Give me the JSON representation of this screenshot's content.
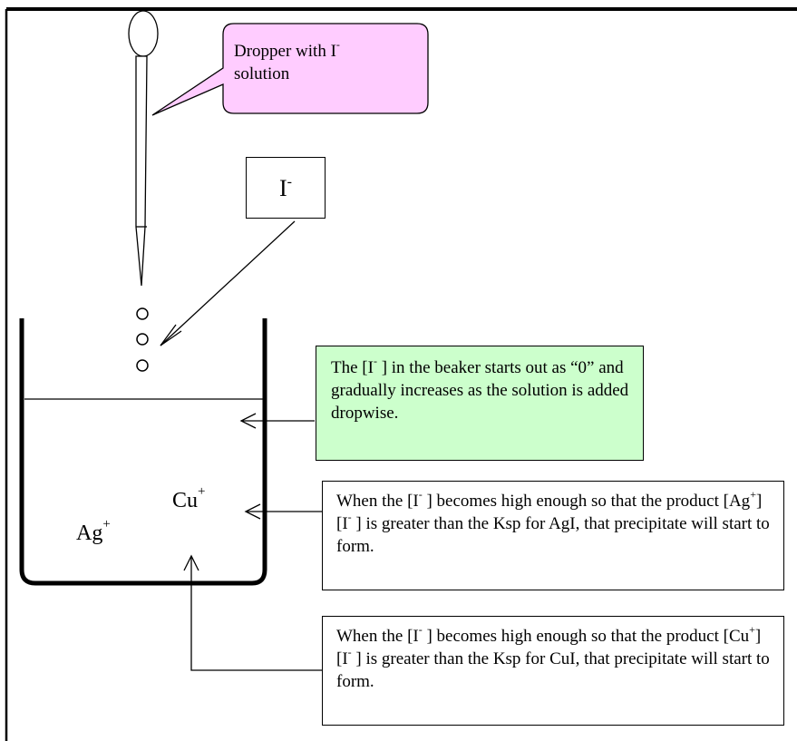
{
  "dropper_callout": {
    "line1_prefix": "Dropper with I",
    "line1_sup": "-",
    "line2": "solution"
  },
  "iodide_box": {
    "base": "I",
    "sup": "-"
  },
  "ions": {
    "silver": {
      "base": "Ag",
      "sup": "+"
    },
    "copper": {
      "base": "Cu",
      "sup": "+"
    }
  },
  "notes": {
    "increase": {
      "a": "The [I",
      "a_sup": "-",
      "b": " ] in the beaker starts out as “0” and gradually increases as the solution is added dropwise."
    },
    "agi": {
      "a": "When the [I",
      "a_sup": "-",
      "b": " ] becomes high enough so that the product [Ag",
      "b_sup": "+",
      "c": "][I",
      "c_sup": "-",
      "d": " ] is greater than the Ksp for AgI, that precipitate will start to form."
    },
    "cui": {
      "a": "When the [I",
      "a_sup": "-",
      "b": " ] becomes high enough so that the product [Cu",
      "b_sup": "+",
      "c": "][I",
      "c_sup": "-",
      "d": " ] is greater than the Ksp for CuI, that precipitate will start to form."
    }
  },
  "colors": {
    "callout_fill": "#ffccff",
    "note_fill": "#ccffcc",
    "line": "#000000"
  }
}
